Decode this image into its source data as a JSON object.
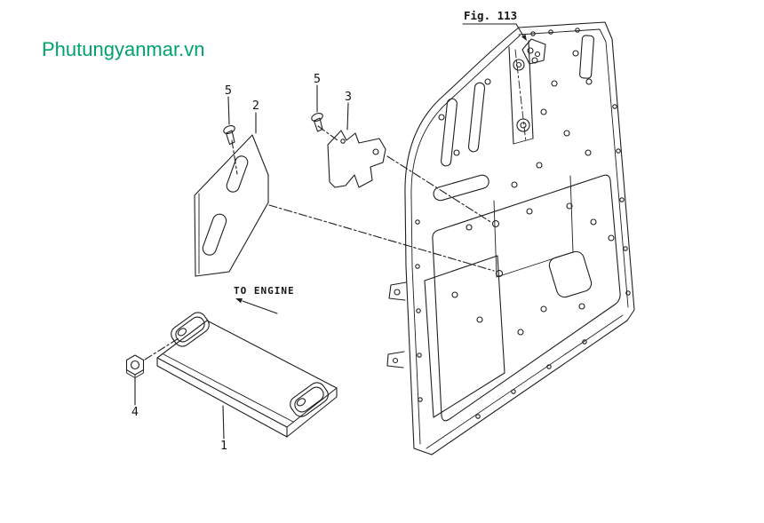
{
  "watermark": {
    "text": "Phutungyanmar.vn",
    "color": "#00A36A"
  },
  "figure": {
    "label": "Fig. 113"
  },
  "callouts": {
    "screw_left": "5",
    "panel": "2",
    "screw_right": "5",
    "bracket": "3",
    "nut": "4",
    "plate": "1"
  },
  "notes": {
    "to_engine": "TO ENGINE"
  },
  "drawing": {
    "stroke_color": "#1f1f1f"
  }
}
